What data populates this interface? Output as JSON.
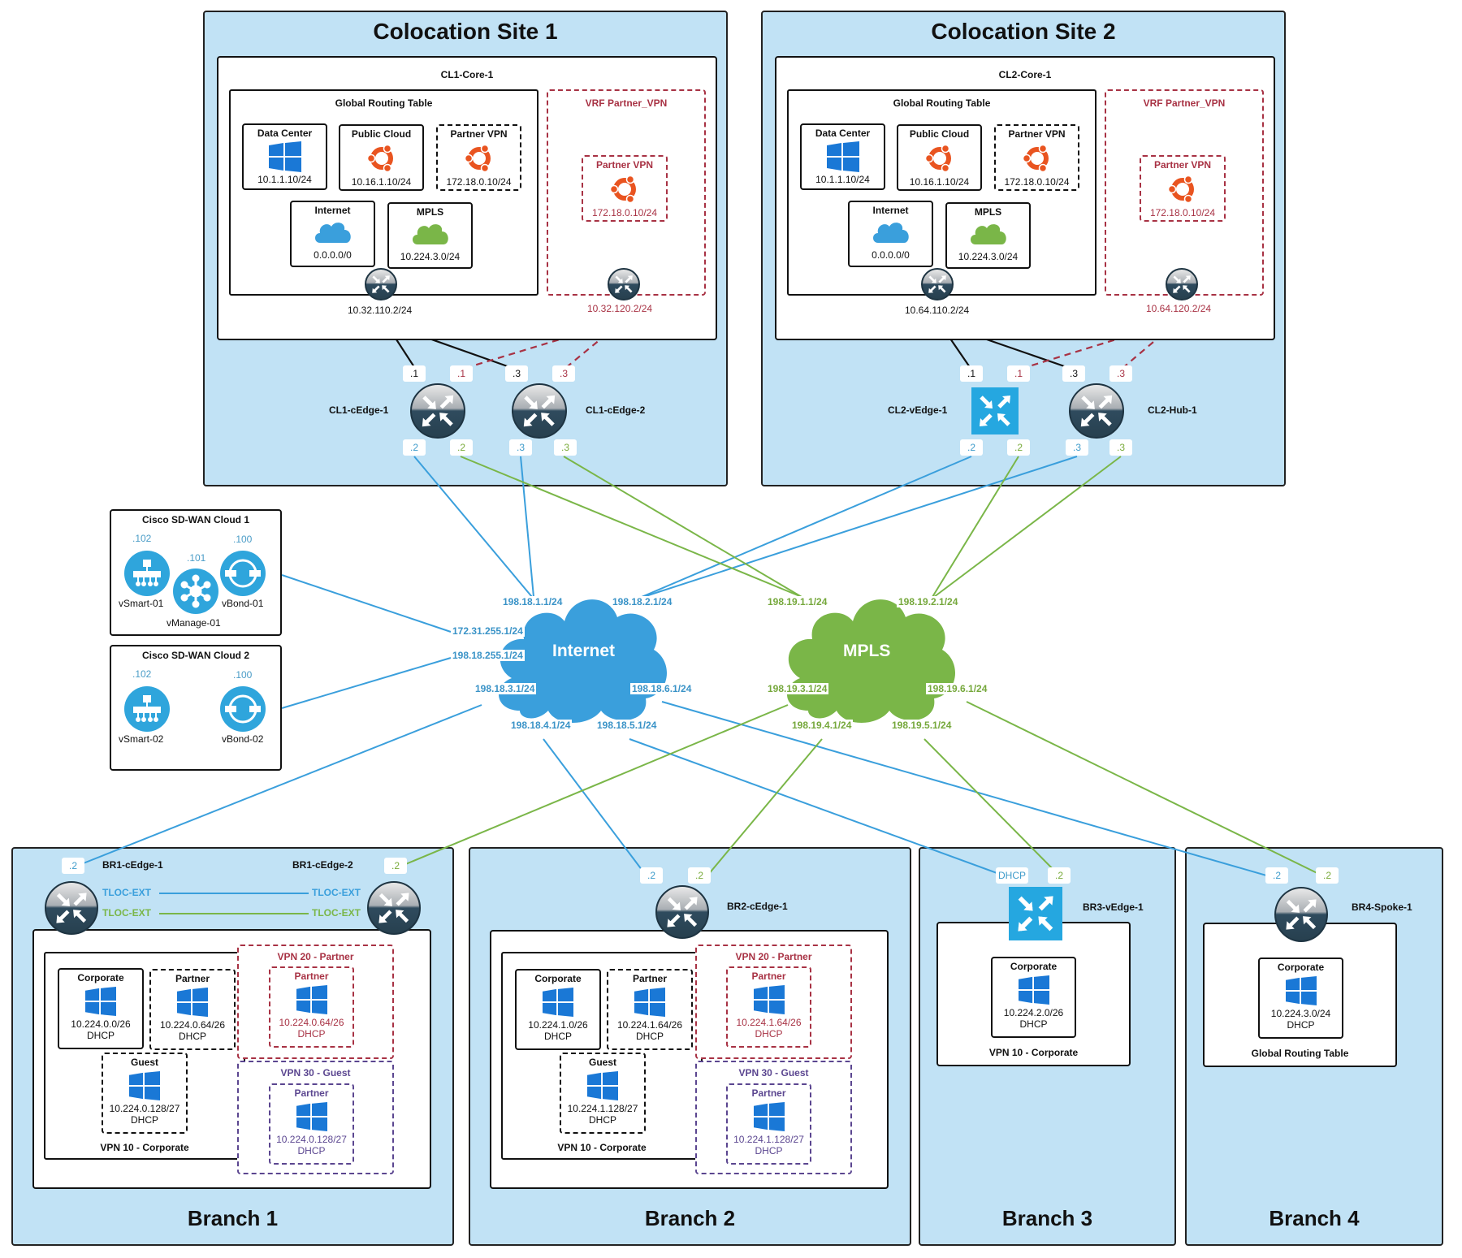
{
  "colors": {
    "site_bg": "#c1e2f5",
    "internet": "#3a9fdc",
    "mpls": "#7ab648",
    "vrf_red": "#a83244",
    "guest_purple": "#5b4690",
    "windows_blue": "#1a78d6",
    "ubuntu_orange": "#e95420"
  },
  "sites": {
    "site1": {
      "title": "Colocation Site 1",
      "core": "CL1-Core-1",
      "grt_title": "Global Routing Table",
      "vrf_title": "VRF Partner_VPN",
      "services": [
        {
          "name": "Data Center",
          "ip": "10.1.1.10/24",
          "icon": "windows-icon"
        },
        {
          "name": "Public Cloud",
          "ip": "10.16.1.10/24",
          "icon": "ubuntu-icon"
        },
        {
          "name": "Partner VPN",
          "ip": "172.18.0.10/24",
          "icon": "ubuntu-icon"
        },
        {
          "name": "Internet",
          "ip": "0.0.0.0/0",
          "icon": "cloud-icon"
        },
        {
          "name": "MPLS",
          "ip": "10.224.3.0/24",
          "icon": "cloud-icon"
        }
      ],
      "vrf_service": {
        "name": "Partner VPN",
        "ip": "172.18.0.10/24"
      },
      "grt_router_ip": "10.32.110.2/24",
      "vrf_router_ip": "10.32.120.2/24",
      "edge1": {
        "name": "CL1-cEdge-1",
        "top_ports": [
          ".1",
          ".1"
        ],
        "bottom_ports": [
          ".2",
          ".2"
        ]
      },
      "edge2": {
        "name": "CL1-cEdge-2",
        "top_ports": [
          ".3",
          ".3"
        ],
        "bottom_ports": [
          ".3",
          ".3"
        ]
      }
    },
    "site2": {
      "title": "Colocation Site 2",
      "core": "CL2-Core-1",
      "grt_title": "Global Routing Table",
      "vrf_title": "VRF Partner_VPN",
      "services": [
        {
          "name": "Data Center",
          "ip": "10.1.1.10/24",
          "icon": "windows-icon"
        },
        {
          "name": "Public Cloud",
          "ip": "10.16.1.10/24",
          "icon": "ubuntu-icon"
        },
        {
          "name": "Partner VPN",
          "ip": "172.18.0.10/24",
          "icon": "ubuntu-icon"
        },
        {
          "name": "Internet",
          "ip": "0.0.0.0/0",
          "icon": "cloud-icon"
        },
        {
          "name": "MPLS",
          "ip": "10.224.3.0/24",
          "icon": "cloud-icon"
        }
      ],
      "vrf_service": {
        "name": "Partner VPN",
        "ip": "172.18.0.10/24"
      },
      "grt_router_ip": "10.64.110.2/24",
      "vrf_router_ip": "10.64.120.2/24",
      "edge1": {
        "name": "CL2-vEdge-1",
        "top_ports": [
          ".1",
          ".1"
        ],
        "bottom_ports": [
          ".2",
          ".2"
        ]
      },
      "edge2": {
        "name": "CL2-Hub-1",
        "top_ports": [
          ".3",
          ".3"
        ],
        "bottom_ports": [
          ".3",
          ".3"
        ]
      }
    }
  },
  "controllers": {
    "cloud1": {
      "title": "Cisco SD-WAN Cloud 1",
      "vsmart": {
        "name": "vSmart-01",
        "ip": ".102"
      },
      "vmanage": {
        "name": "vManage-01",
        "ip": ".101"
      },
      "vbond": {
        "name": "vBond-01",
        "ip": ".100"
      }
    },
    "cloud2": {
      "title": "Cisco SD-WAN Cloud 2",
      "vsmart": {
        "name": "vSmart-02",
        "ip": ".102"
      },
      "vbond": {
        "name": "vBond-02",
        "ip": ".100"
      }
    }
  },
  "transports": {
    "internet": {
      "name": "Internet",
      "labels": [
        "198.18.1.1/24",
        "198.18.2.1/24",
        "172.31.255.1/24",
        "198.18.255.1/24",
        "198.18.3.1/24",
        "198.18.6.1/24",
        "198.18.4.1/24",
        "198.18.5.1/24"
      ]
    },
    "mpls": {
      "name": "MPLS",
      "labels": [
        "198.19.1.1/24",
        "198.19.2.1/24",
        "198.19.3.1/24",
        "198.19.6.1/24",
        "198.19.4.1/24",
        "198.19.5.1/24"
      ]
    }
  },
  "branches": {
    "br1": {
      "title": "Branch 1",
      "edge1": {
        "name": "BR1-cEdge-1",
        "port": ".2"
      },
      "edge2": {
        "name": "BR1-cEdge-2",
        "port": ".2"
      },
      "tloc": "TLOC-EXT",
      "vpn10_title": "VPN 10 - Corporate",
      "vpn20_title": "VPN 20 - Partner",
      "vpn30_title": "VPN 30 - Guest",
      "corporate": {
        "name": "Corporate",
        "ip": "10.224.0.0/26",
        "mode": "DHCP"
      },
      "partner": {
        "name": "Partner",
        "ip": "10.224.0.64/26",
        "mode": "DHCP"
      },
      "guest": {
        "name": "Guest",
        "ip": "10.224.0.128/27",
        "mode": "DHCP"
      },
      "vpn20_partner": {
        "name": "Partner",
        "ip": "10.224.0.64/26",
        "mode": "DHCP"
      },
      "vpn30_partner": {
        "name": "Partner",
        "ip": "10.224.0.128/27",
        "mode": "DHCP"
      }
    },
    "br2": {
      "title": "Branch 2",
      "edge": {
        "name": "BR2-cEdge-1",
        "ports": [
          ".2",
          ".2"
        ]
      },
      "vpn10_title": "VPN 10 - Corporate",
      "vpn20_title": "VPN 20 - Partner",
      "vpn30_title": "VPN 30 - Guest",
      "corporate": {
        "name": "Corporate",
        "ip": "10.224.1.0/26",
        "mode": "DHCP"
      },
      "partner": {
        "name": "Partner",
        "ip": "10.224.1.64/26",
        "mode": "DHCP"
      },
      "guest": {
        "name": "Guest",
        "ip": "10.224.1.128/27",
        "mode": "DHCP"
      },
      "vpn20_partner": {
        "name": "Partner",
        "ip": "10.224.1.64/26",
        "mode": "DHCP"
      },
      "vpn30_partner": {
        "name": "Partner",
        "ip": "10.224.1.128/27",
        "mode": "DHCP"
      }
    },
    "br3": {
      "title": "Branch 3",
      "edge": {
        "name": "BR3-vEdge-1",
        "ports": [
          "DHCP",
          ".2"
        ]
      },
      "table_title": "VPN 10 - Corporate",
      "corporate": {
        "name": "Corporate",
        "ip": "10.224.2.0/26",
        "mode": "DHCP"
      }
    },
    "br4": {
      "title": "Branch 4",
      "edge": {
        "name": "BR4-Spoke-1",
        "ports": [
          ".2",
          ".2"
        ]
      },
      "table_title": "Global Routing Table",
      "corporate": {
        "name": "Corporate",
        "ip": "10.224.3.0/24",
        "mode": "DHCP"
      }
    }
  }
}
